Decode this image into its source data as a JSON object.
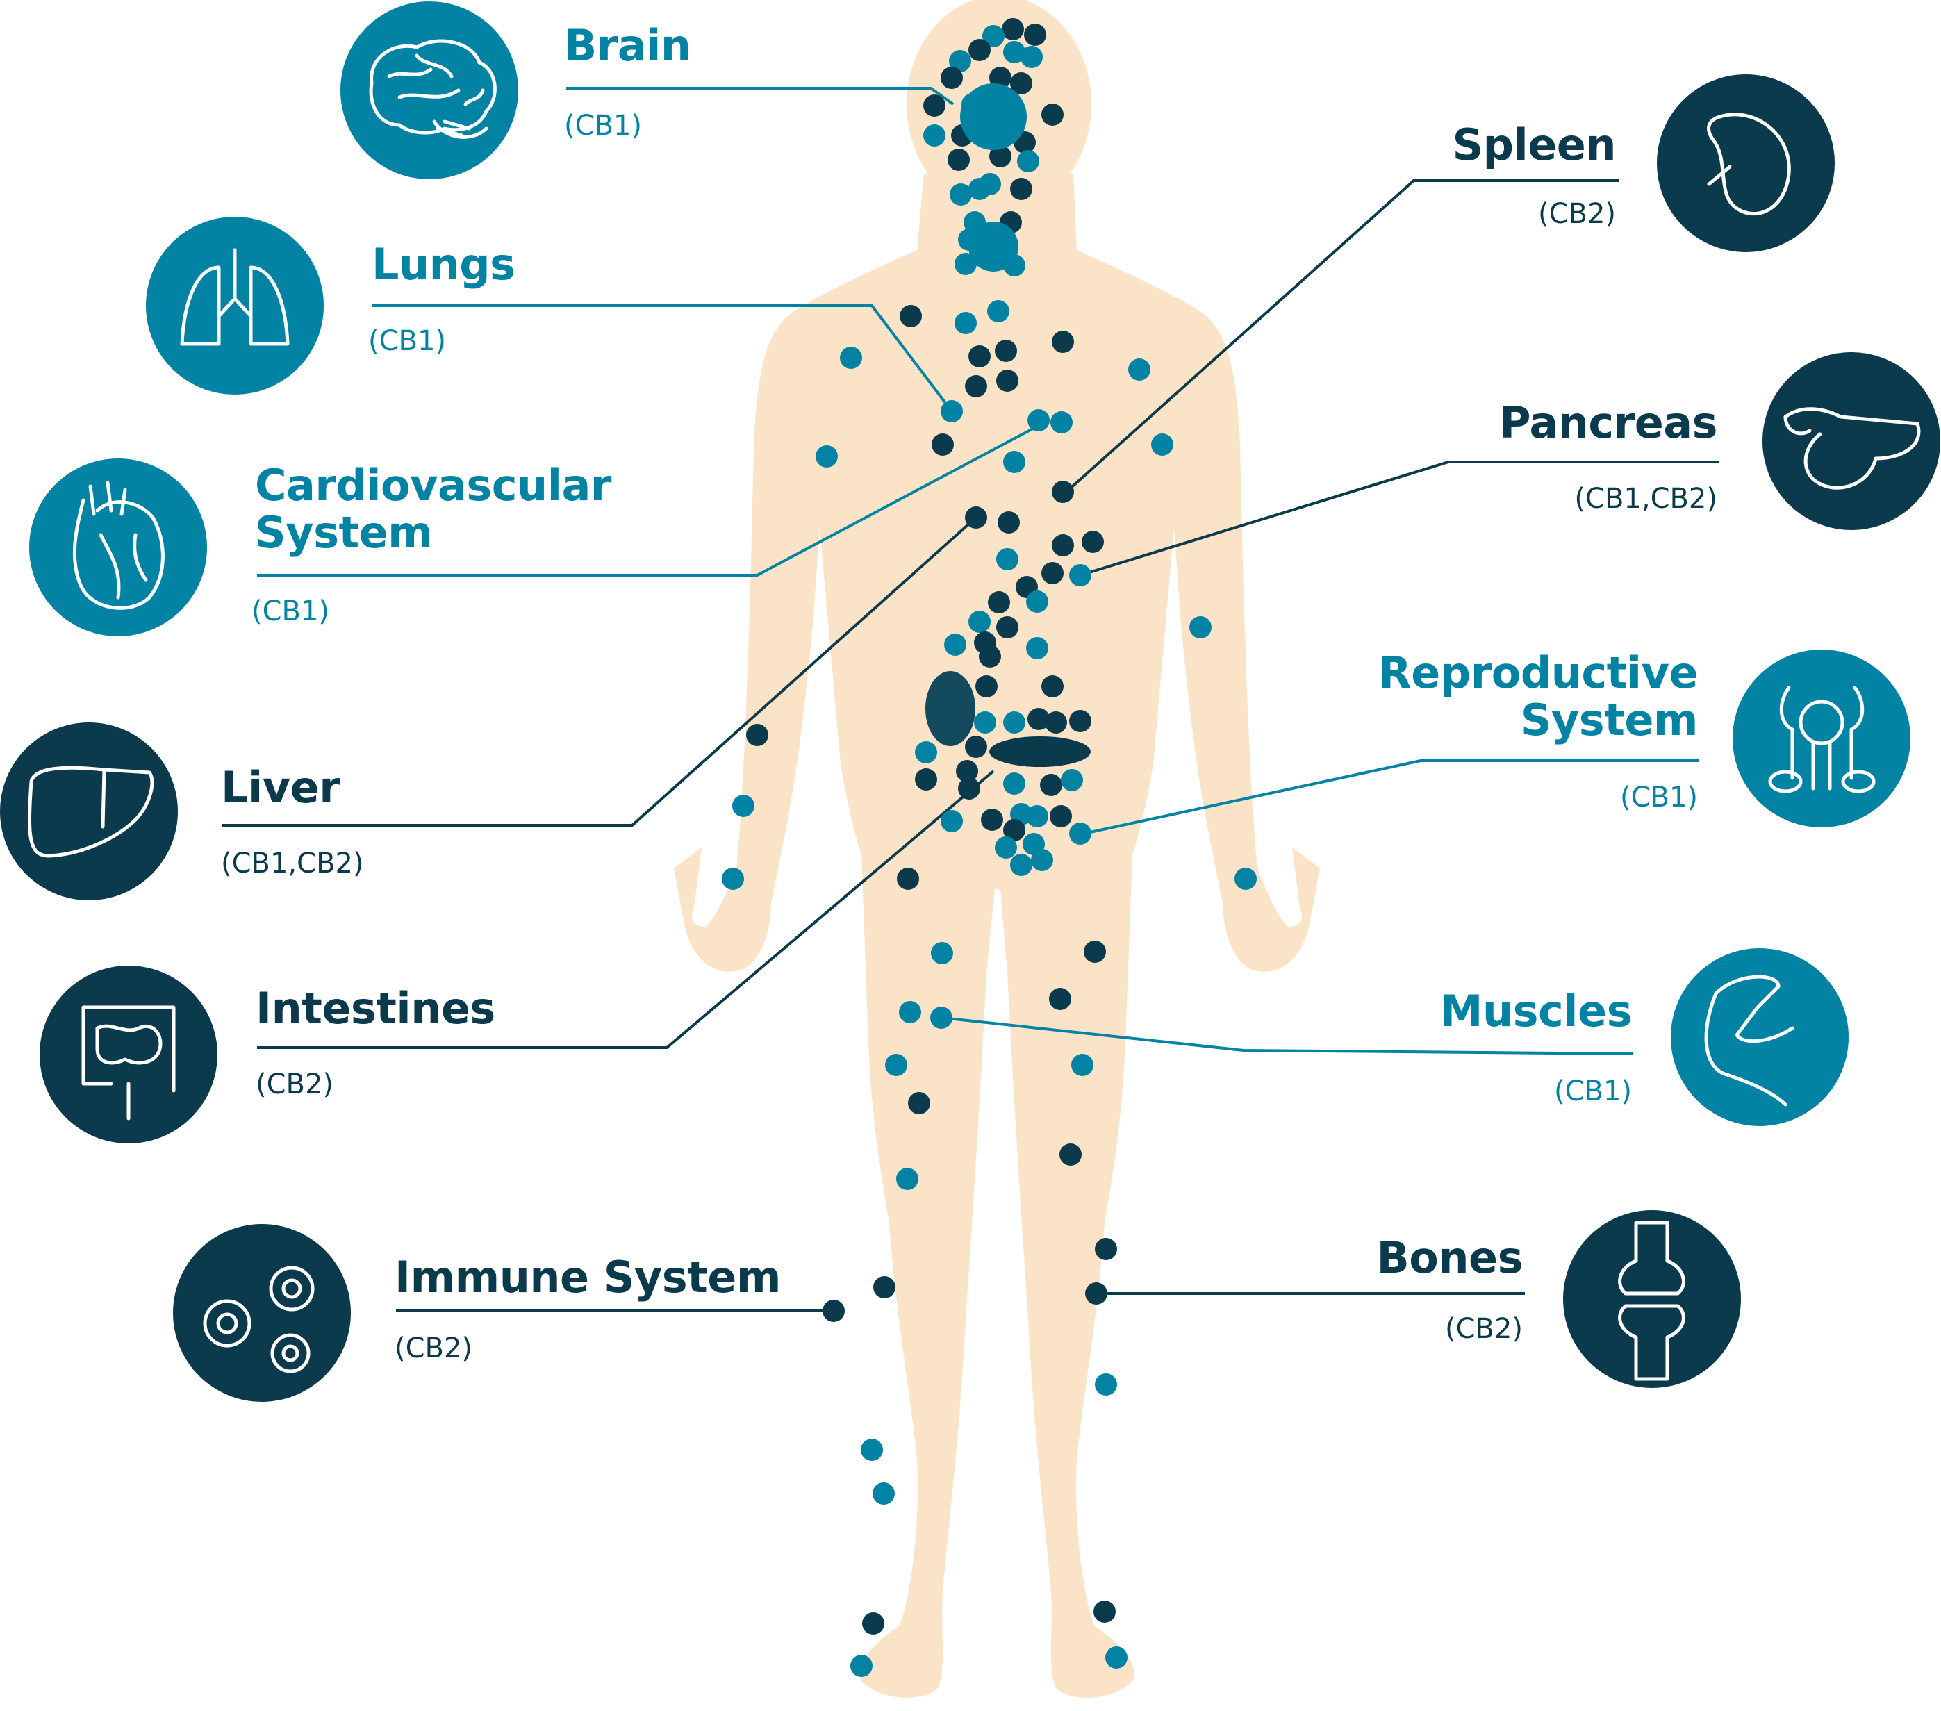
{
  "colors": {
    "teal": "#0283a3",
    "navy": "#0c3a4d",
    "skin": "#fbe3c8",
    "white": "#ffffff"
  },
  "organs": [
    {
      "id": "brain",
      "label": "Brain",
      "receptor": "(CB1)",
      "color": "teal",
      "icon": "brain-icon"
    },
    {
      "id": "lungs",
      "label": "Lungs",
      "receptor": "(CB1)",
      "color": "teal",
      "icon": "lungs-icon"
    },
    {
      "id": "cardiovascular",
      "label": "Cardiovascular\nSystem",
      "receptor": "(CB1)",
      "color": "teal",
      "icon": "heart-icon"
    },
    {
      "id": "liver",
      "label": "Liver",
      "receptor": "(CB1,CB2)",
      "color": "navy",
      "icon": "liver-icon"
    },
    {
      "id": "intestines",
      "label": "Intestines",
      "receptor": "(CB2)",
      "color": "navy",
      "icon": "intestines-icon"
    },
    {
      "id": "immune",
      "label": "Immune System",
      "receptor": "(CB2)",
      "color": "navy",
      "icon": "immune-cells-icon"
    },
    {
      "id": "spleen",
      "label": "Spleen",
      "receptor": "(CB2)",
      "color": "navy",
      "icon": "spleen-icon"
    },
    {
      "id": "pancreas",
      "label": "Pancreas",
      "receptor": "(CB1,CB2)",
      "color": "navy",
      "icon": "pancreas-icon"
    },
    {
      "id": "reproductive",
      "label": "Reproductive\nSystem",
      "receptor": "(CB1)",
      "color": "teal",
      "icon": "reproductive-icon"
    },
    {
      "id": "muscles",
      "label": "Muscles",
      "receptor": "(CB1)",
      "color": "teal",
      "icon": "muscle-icon"
    },
    {
      "id": "bones",
      "label": "Bones",
      "receptor": "(CB2)",
      "color": "navy",
      "icon": "bone-joint-icon"
    }
  ],
  "receptor_dots": {
    "CB1": "teal",
    "CB2": "navy"
  }
}
